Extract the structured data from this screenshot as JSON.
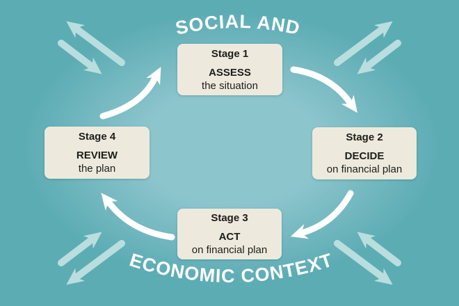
{
  "context": {
    "top_label": "SOCIAL AND",
    "bottom_label": "ECONOMIC CONTEXT"
  },
  "stages": [
    {
      "title": "Stage 1",
      "action": "ASSESS",
      "detail": "the situation"
    },
    {
      "title": "Stage 2",
      "action": "DECIDE",
      "detail": "on financial plan"
    },
    {
      "title": "Stage 3",
      "action": "ACT",
      "detail": "on financial plan"
    },
    {
      "title": "Stage 4",
      "action": "REVIEW",
      "detail": "the plan"
    }
  ],
  "cycle": {
    "order": [
      "Stage 1",
      "Stage 2",
      "Stage 3",
      "Stage 4"
    ],
    "direction": "clockwise"
  },
  "icons": {
    "corner_exchange": "double-diagonal-exchange-arrows"
  },
  "colors": {
    "background": "#5cacb4",
    "ellipse_glow": "#8dc5cd",
    "box_fill": "#edeadd",
    "box_text": "#1d1d1b",
    "cycle_arrow": "#ffffff",
    "context_arrow": "#b9dedd",
    "title_text": "#ffffff"
  }
}
